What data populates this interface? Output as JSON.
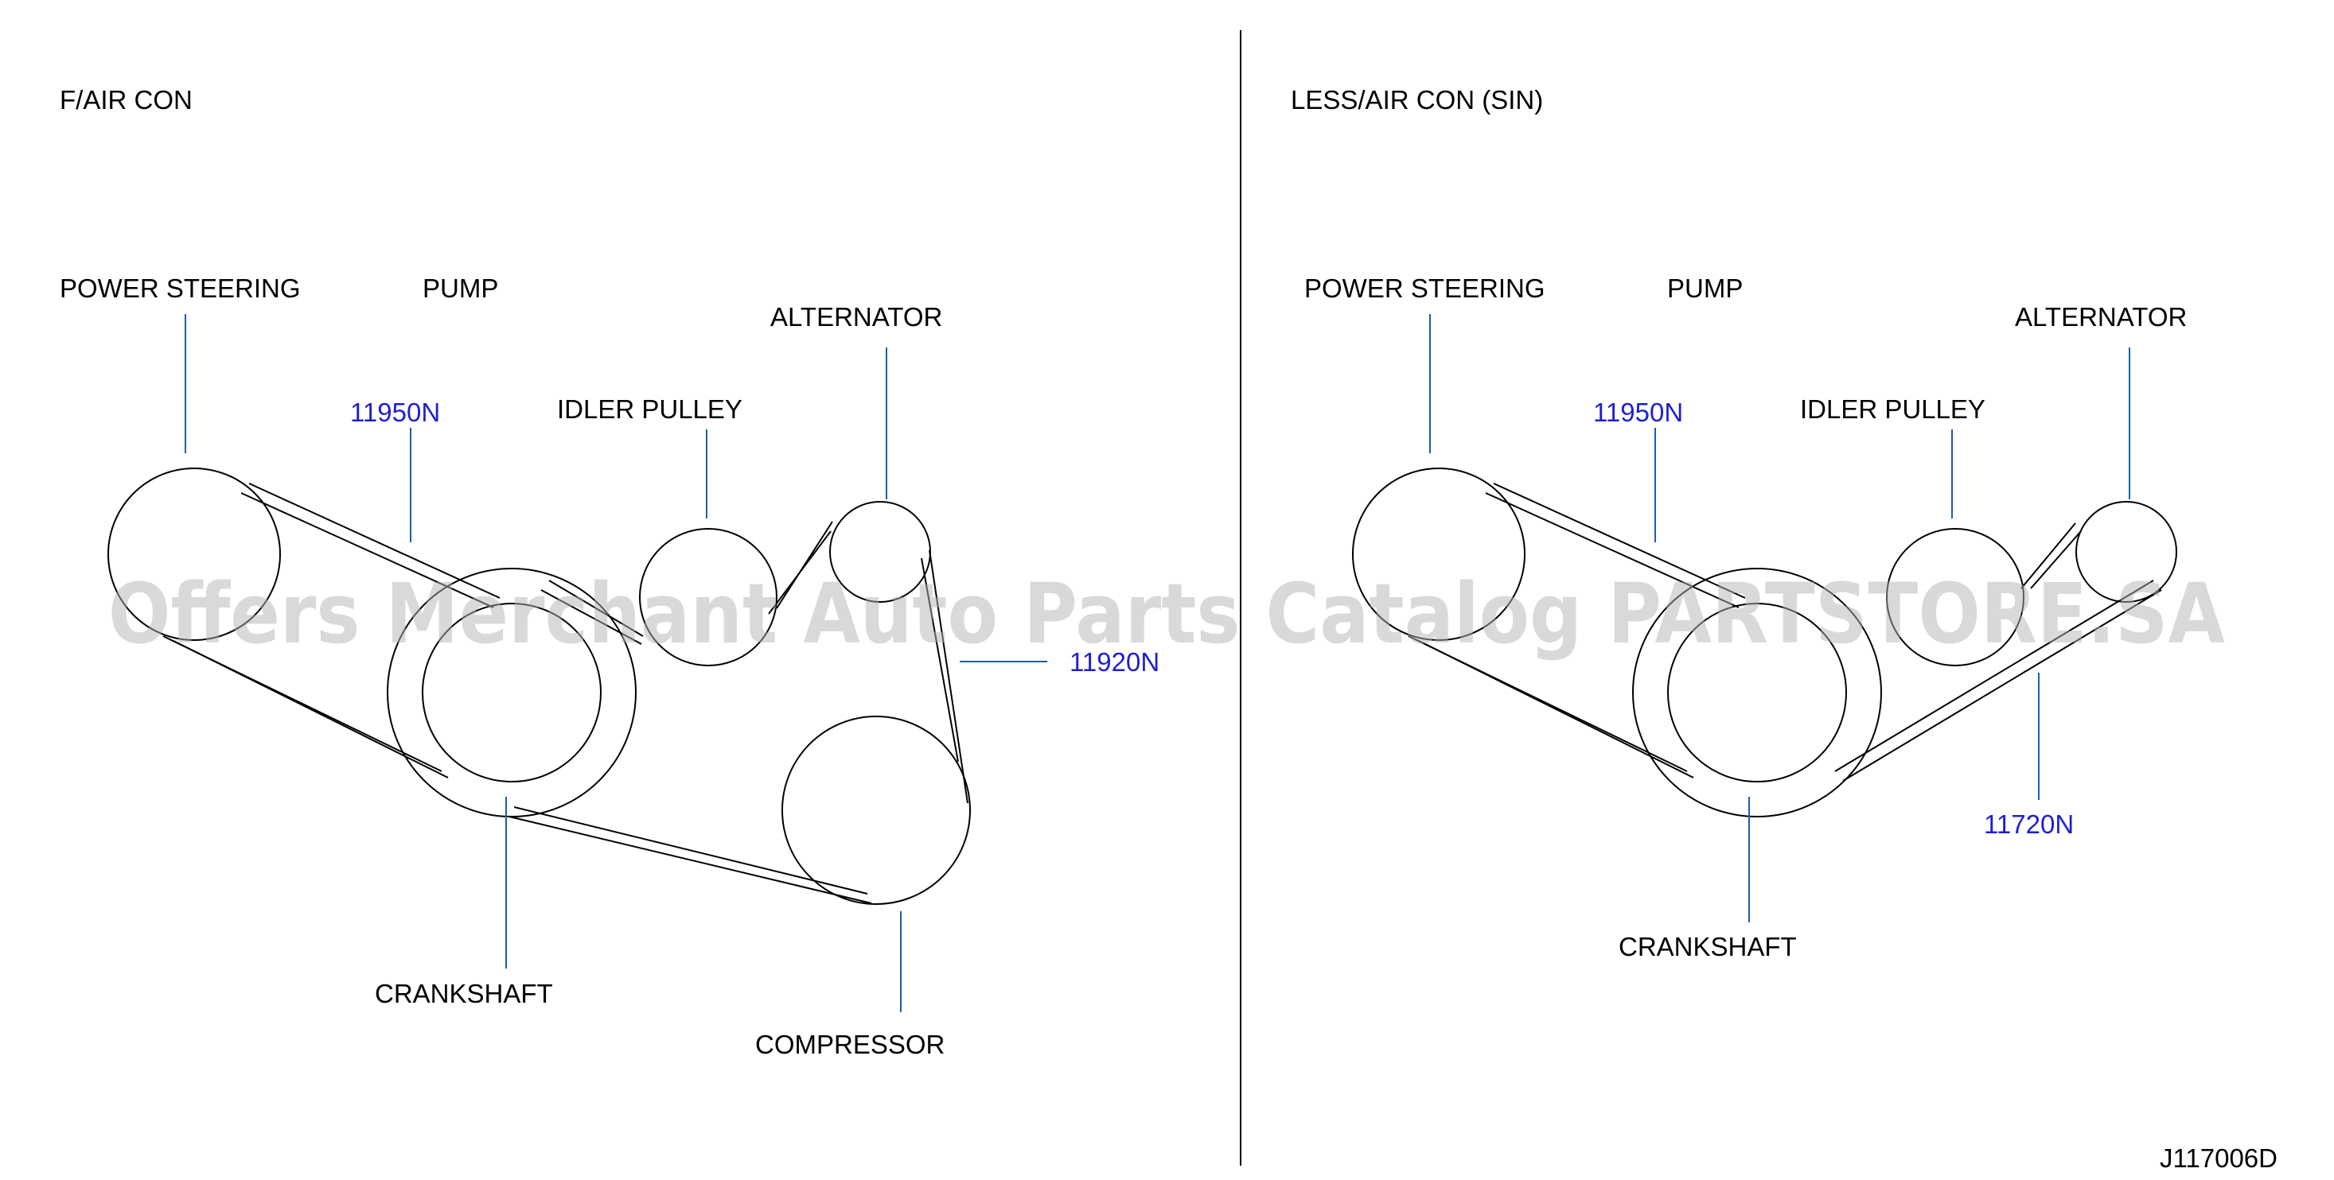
{
  "left_panel": {
    "title": "F/AIR CON",
    "labels": {
      "power_steering": "POWER STEERING",
      "pump": "PUMP",
      "idler_pulley": "IDLER PULLEY",
      "alternator": "ALTERNATOR",
      "crankshaft": "CRANKSHAFT",
      "compressor": "COMPRESSOR"
    },
    "parts": {
      "belt_ps": "11950N",
      "belt_alt": "11920N"
    }
  },
  "right_panel": {
    "title": "LESS/AIR CON (SIN)",
    "labels": {
      "power_steering": "POWER STEERING",
      "pump": "PUMP",
      "idler_pulley": "IDLER PULLEY",
      "alternator": "ALTERNATOR",
      "crankshaft": "CRANKSHAFT"
    },
    "parts": {
      "belt_ps": "11950N",
      "belt_alt": "11720N"
    }
  },
  "diagram_code": "J117006D",
  "watermark": "Offers Merchant Auto Parts Catalog PARTSTORE.SA",
  "colors": {
    "part_number": "#1f1fd0",
    "leader_line": "#1a5fa8",
    "watermark": "#b4b4b4"
  }
}
